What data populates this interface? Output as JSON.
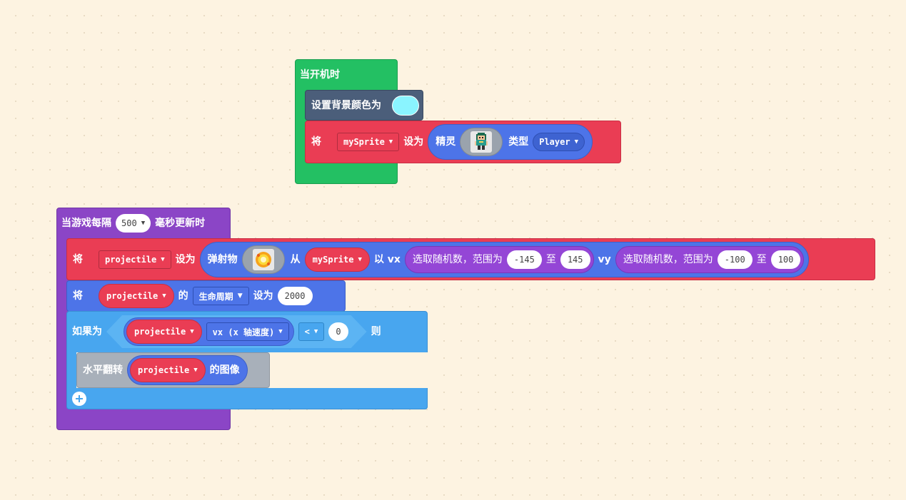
{
  "on_start": {
    "hat_label": "当开机时",
    "set_bg_label": "设置背景颜色为",
    "bg_color": "#8af4ff",
    "set_label": "将",
    "var_name": "mySprite",
    "set_to_label": "设为",
    "sprite_label": "精灵",
    "kind_label": "类型",
    "kind_value": "Player"
  },
  "update": {
    "hat_prefix": "当游戏每隔",
    "interval": "500",
    "hat_suffix": "毫秒更新时",
    "line1": {
      "set_label": "将",
      "var_name": "projectile",
      "set_to_label": "设为",
      "projectile_label": "弹射物",
      "from_label": "从",
      "source_var": "mySprite",
      "with_vx_label": "以 vx",
      "random_label_1": "选取随机数，范围为",
      "vx_min": "-145",
      "to_label_1": "至",
      "vx_max": "145",
      "vy_label": "vy",
      "random_label_2": "选取随机数，范围为",
      "vy_min": "-100",
      "to_label_2": "至",
      "vy_max": "100"
    },
    "line2": {
      "set_label": "将",
      "var_name": "projectile",
      "of_label": "的",
      "property": "生命周期",
      "set_to_label": "设为",
      "value": "2000"
    },
    "if_block": {
      "if_label": "如果为",
      "var_name": "projectile",
      "property": "vx (x 轴速度)",
      "operator": "<",
      "value": "0",
      "then_label": "则"
    },
    "flip": {
      "label": "水平翻转",
      "var_name": "projectile",
      "suffix": "的图像"
    }
  },
  "colors": {
    "green": "#23c063",
    "red": "#ea3d54",
    "blue": "#4d74e8",
    "slate": "#4b5e7a",
    "purple": "#8b45c6",
    "random_purple": "#9446d6",
    "logic_blue": "#48a6ef",
    "gray": "#a8b0ba"
  }
}
